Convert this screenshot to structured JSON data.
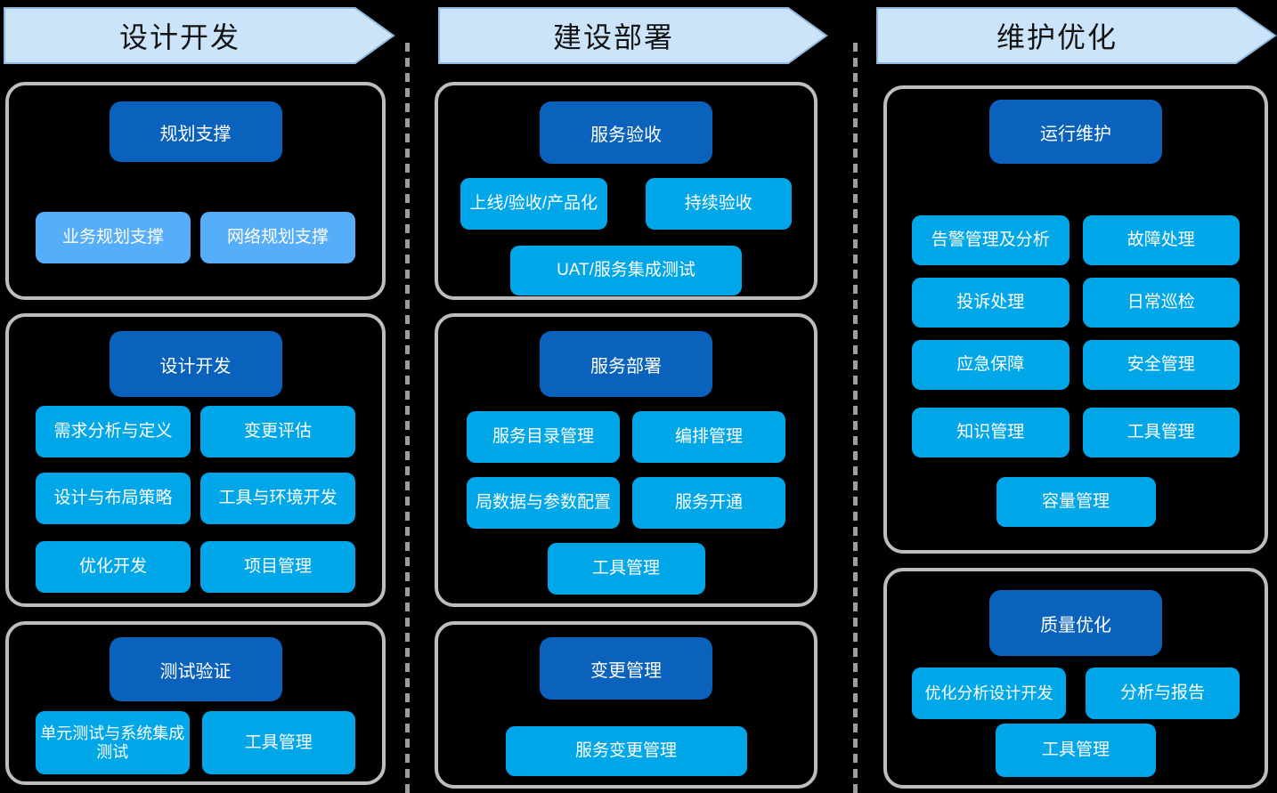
{
  "colors": {
    "background": "#000000",
    "banner_fill": "#cbe4f9",
    "banner_stroke": "#8fb8de",
    "banner_text": "#141414",
    "section_border": "#bdbdbd",
    "header_dark_blue": "#0a62bd",
    "item_cyan": "#00a7e8",
    "item_light_blue": "#56aefa",
    "item_text": "#ffffff",
    "dashed_separator": "#9d9d9d"
  },
  "columns": [
    {
      "banner": "设计开发",
      "sections": [
        {
          "header": "规划支撑",
          "items": [
            "业务规划支撑",
            "网络规划支撑"
          ]
        },
        {
          "header": "设计开发",
          "items": [
            "需求分析与定义",
            "变更评估",
            "设计与布局策略",
            "工具与环境开发",
            "优化开发",
            "项目管理"
          ]
        },
        {
          "header": "测试验证",
          "items": [
            "单元测试与系统集成测试",
            "工具管理"
          ]
        }
      ]
    },
    {
      "banner": "建设部署",
      "sections": [
        {
          "header": "服务验收",
          "items": [
            "上线/验收/产品化",
            "持续验收",
            "UAT/服务集成测试"
          ]
        },
        {
          "header": "服务部署",
          "items": [
            "服务目录管理",
            "编排管理",
            "局数据与参数配置",
            "服务开通",
            "工具管理"
          ]
        },
        {
          "header": "变更管理",
          "items": [
            "服务变更管理"
          ]
        }
      ]
    },
    {
      "banner": "维护优化",
      "sections": [
        {
          "header": "运行维护",
          "items": [
            "告警管理及分析",
            "故障处理",
            "投诉处理",
            "日常巡检",
            "应急保障",
            "安全管理",
            "知识管理",
            "工具管理",
            "容量管理"
          ]
        },
        {
          "header": "质量优化",
          "items": [
            "优化分析设计开发",
            "分析与报告",
            "工具管理"
          ]
        }
      ]
    }
  ]
}
